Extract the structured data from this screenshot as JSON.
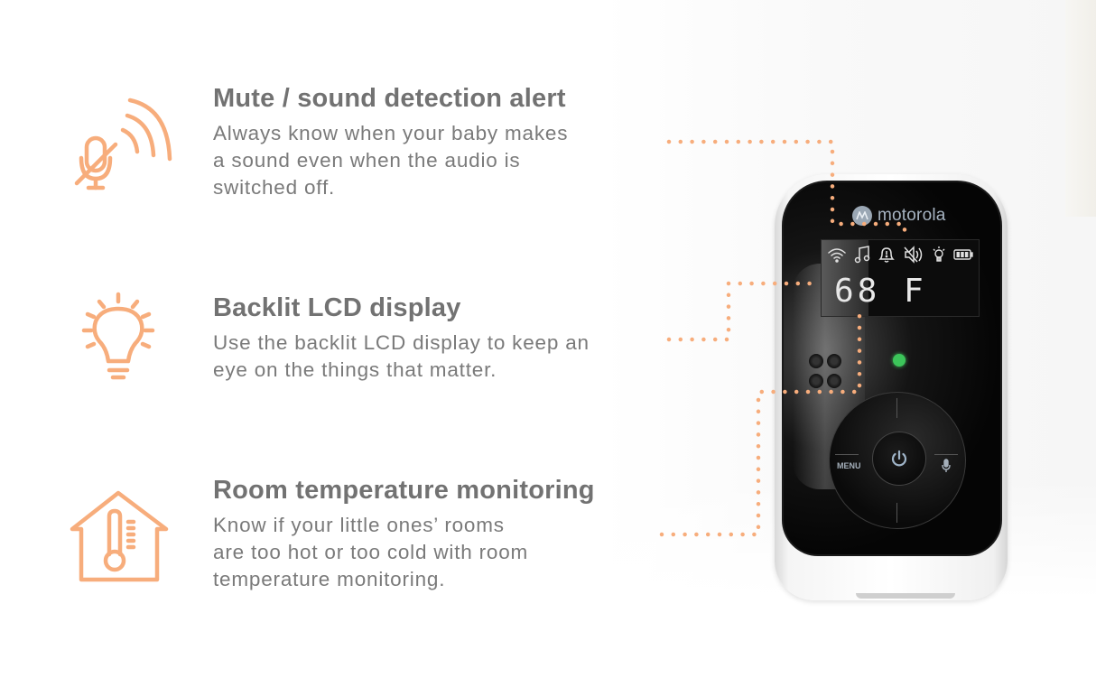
{
  "features": [
    {
      "id": "mute-sound-detection",
      "title": "Mute / sound detection alert",
      "description_lines": [
        "Always know when your baby makes",
        "a sound even when the audio is",
        "switched off."
      ],
      "icon": "muted-mic-with-sound-waves-icon"
    },
    {
      "id": "backlit-lcd",
      "title": "Backlit LCD display",
      "description_lines": [
        "Use the backlit LCD display to keep an",
        "eye on the things that matter."
      ],
      "icon": "lightbulb-icon"
    },
    {
      "id": "room-temperature",
      "title": "Room temperature monitoring",
      "description_lines": [
        "Know if your little ones’ rooms",
        "are too hot or too cold with room",
        "temperature monitoring."
      ],
      "icon": "house-thermometer-icon"
    }
  ],
  "device": {
    "brand": "motorola",
    "lcd": {
      "icons": [
        "signal-icon",
        "music-note-icon",
        "alert-bell-icon",
        "speaker-muted-icon",
        "night-light-icon",
        "battery-icon"
      ],
      "temperature": "68",
      "unit": "F"
    },
    "buttons": {
      "menu_label": "MENU",
      "power": "power-icon",
      "talk": "microphone-icon"
    },
    "led_color": "#3cc55a"
  },
  "colors": {
    "accent": "#f7ad7c",
    "heading": "#727272",
    "body_text": "#7a7a7a"
  }
}
